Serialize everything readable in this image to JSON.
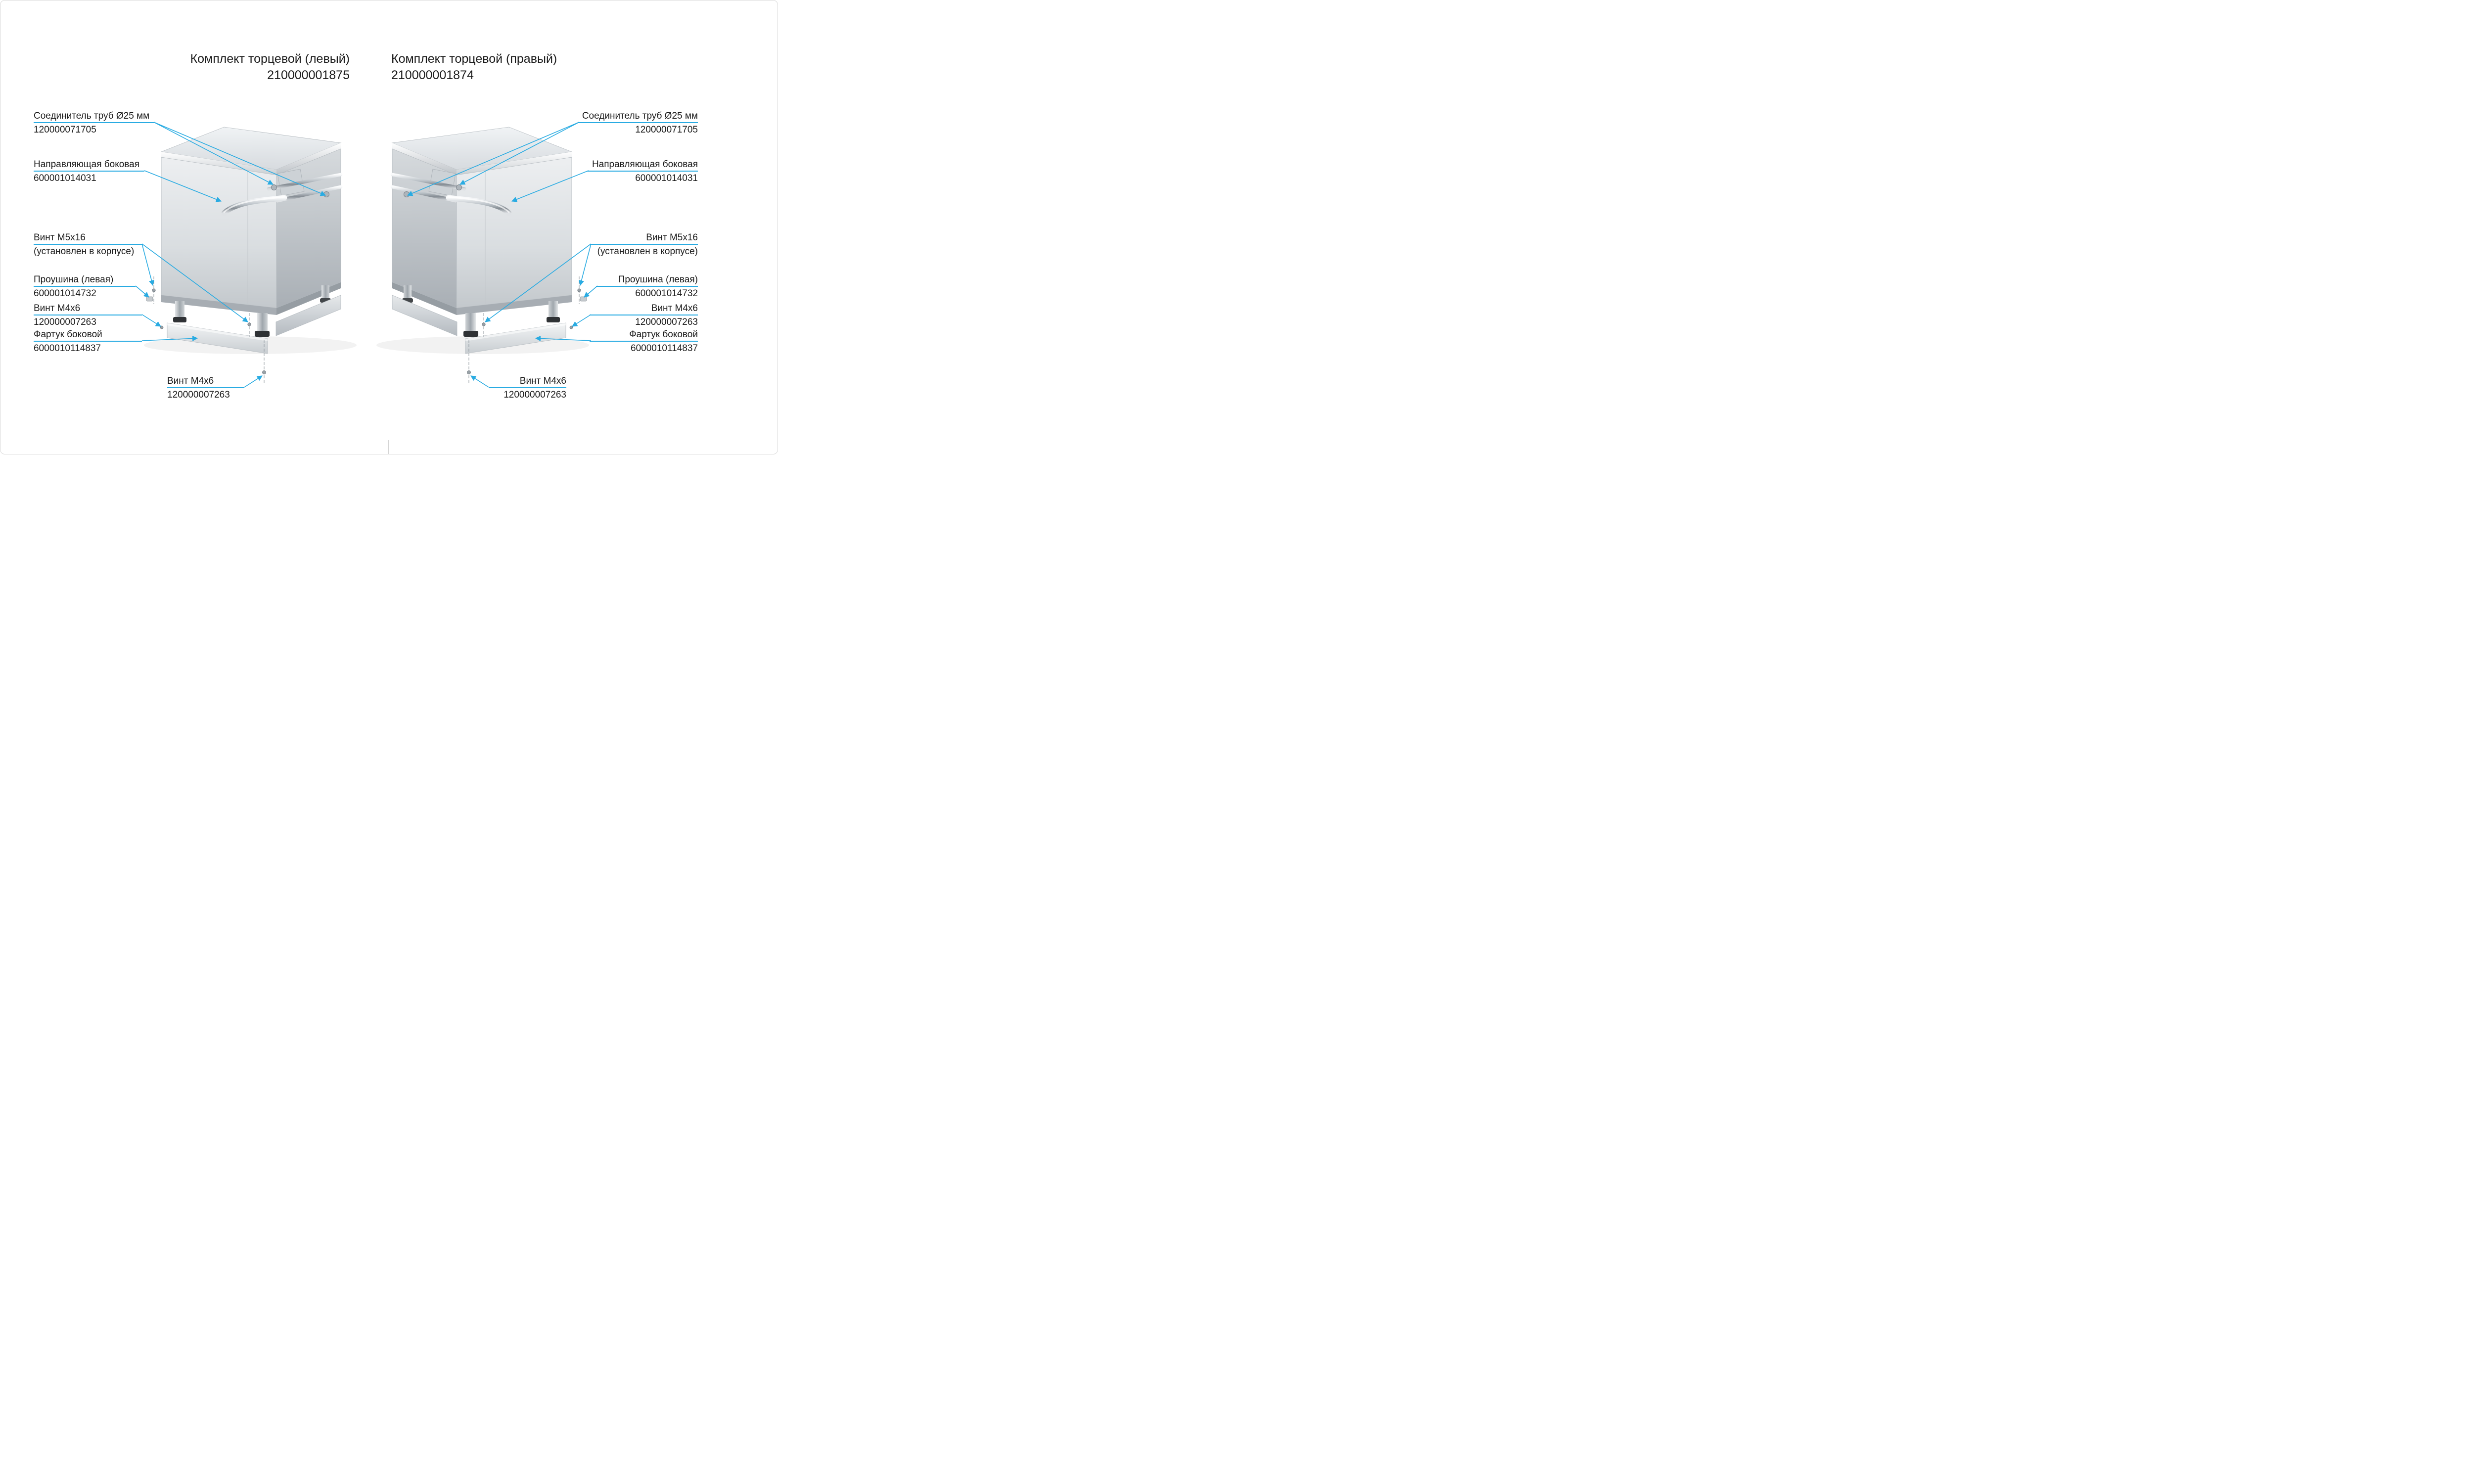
{
  "page": {
    "background": "#ffffff",
    "leader_color": "#29ABE2",
    "text_color": "#1a1a1a"
  },
  "left": {
    "title": "Комплект торцевой (левый)",
    "part_number": "210000001875",
    "callouts": [
      {
        "label": "Соединитель труб Ø25 мм",
        "value": "120000071705"
      },
      {
        "label": "Направляющая боковая",
        "value": "600001014031"
      },
      {
        "label": "Винт М5х16",
        "value": "(установлен в корпусе)"
      },
      {
        "label": "Проушина (левая)",
        "value": "600001014732"
      },
      {
        "label": "Винт М4х6",
        "value": "120000007263"
      },
      {
        "label": "Фартук боковой",
        "value": "6000010114837"
      },
      {
        "label": "Винт М4х6",
        "value": "120000007263"
      }
    ]
  },
  "right": {
    "title": "Комплект торцевой (правый)",
    "part_number": "210000001874",
    "callouts": [
      {
        "label": "Соединитель труб Ø25 мм",
        "value": "120000071705"
      },
      {
        "label": "Направляющая боковая",
        "value": "600001014031"
      },
      {
        "label": "Винт М5х16",
        "value": "(установлен в корпусе)"
      },
      {
        "label": "Проушина (левая)",
        "value": "600001014732"
      },
      {
        "label": "Винт М4х6",
        "value": "120000007263"
      },
      {
        "label": "Фартук боковой",
        "value": "6000010114837"
      },
      {
        "label": "Винт М4х6",
        "value": "120000007263"
      }
    ]
  }
}
